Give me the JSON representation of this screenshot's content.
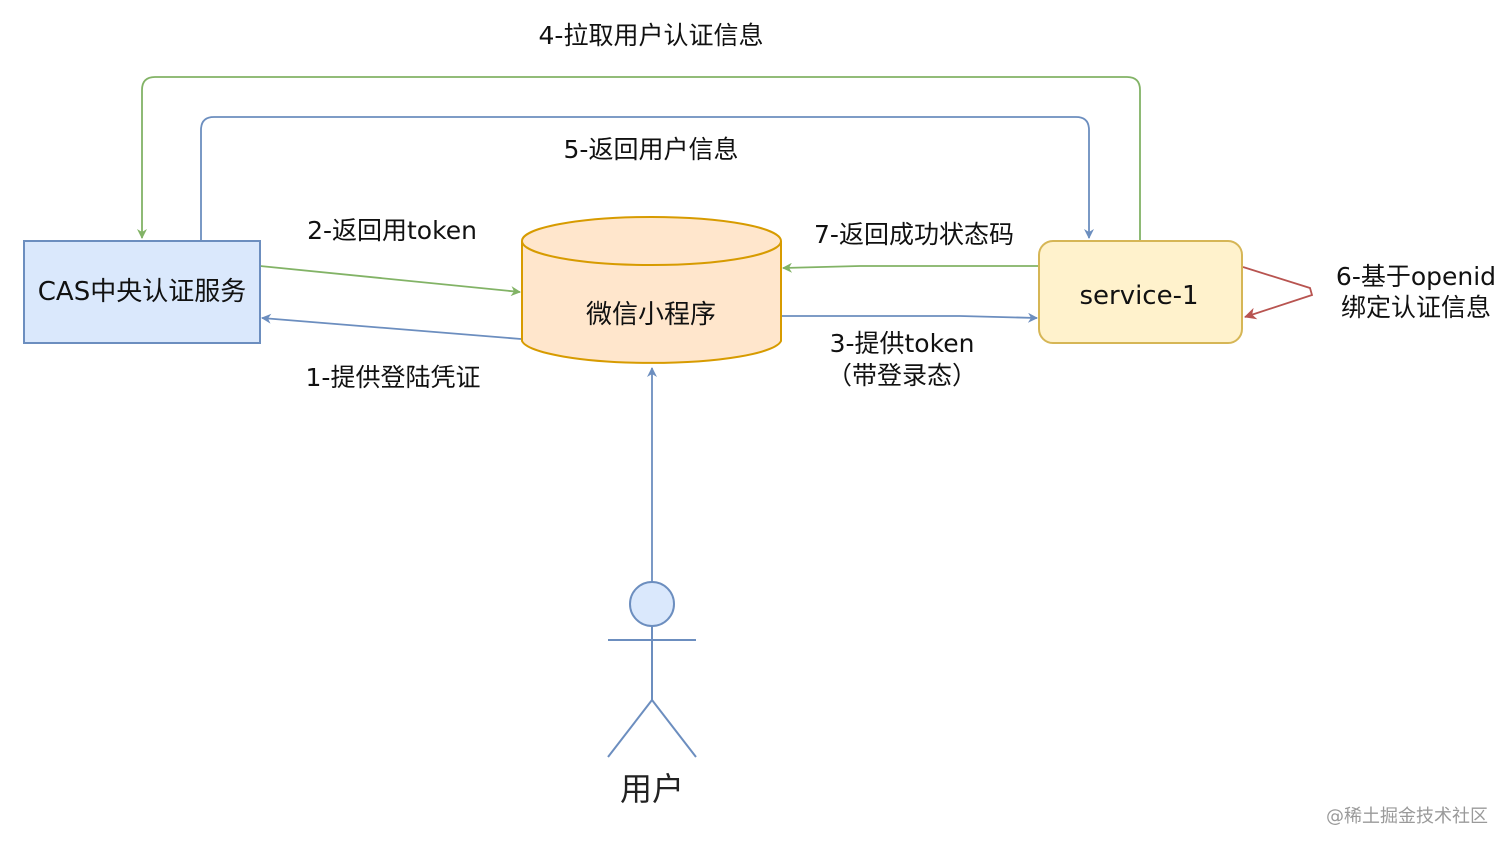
{
  "nodes": {
    "cas": {
      "label": "CAS中央认证服务"
    },
    "mini": {
      "label": "微信小程序"
    },
    "service": {
      "label": "service-1"
    },
    "user": {
      "label": "用户"
    }
  },
  "edges": {
    "e1": {
      "label": "1-提供登陆凭证"
    },
    "e2": {
      "label": "2-返回用token"
    },
    "e3": {
      "line1": "3-提供token",
      "line2": "（带登录态）"
    },
    "e4": {
      "label": "4-拉取用户认证信息"
    },
    "e5": {
      "label": "5-返回用户信息"
    },
    "e6": {
      "line1": "6-基于openid",
      "line2": "绑定认证信息"
    },
    "e7": {
      "label": "7-返回成功状态码"
    }
  },
  "watermark": "@稀土掘金技术社区",
  "colors": {
    "green": "#82b366",
    "blue": "#6c8ebf",
    "red": "#b85450",
    "casFill": "#dae8fc",
    "miniFill": "#ffe6cc",
    "miniStroke": "#d79b00",
    "serviceFill": "#fff2cc",
    "serviceStroke": "#d6b656"
  }
}
